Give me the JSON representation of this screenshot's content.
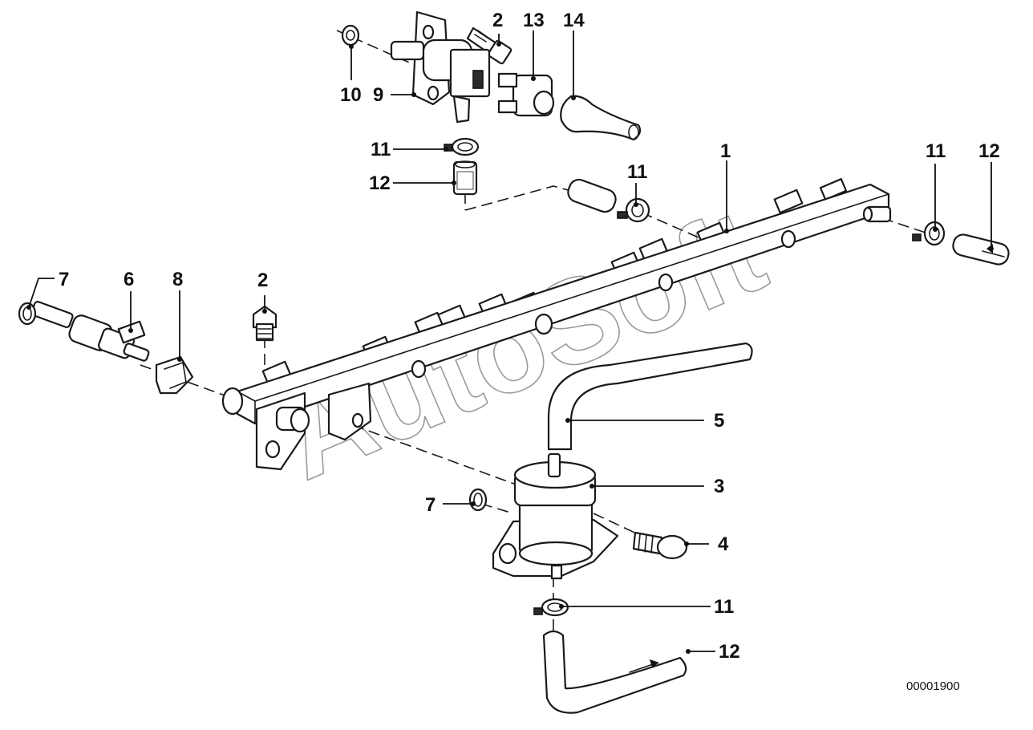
{
  "diagram": {
    "watermark": "AutoSoft",
    "drawing_number": "00001900",
    "callouts": [
      {
        "id": "c1",
        "label": "1"
      },
      {
        "id": "c2a",
        "label": "2"
      },
      {
        "id": "c2b",
        "label": "2"
      },
      {
        "id": "c3",
        "label": "3"
      },
      {
        "id": "c4",
        "label": "4"
      },
      {
        "id": "c5",
        "label": "5"
      },
      {
        "id": "c6",
        "label": "6"
      },
      {
        "id": "c7a",
        "label": "7"
      },
      {
        "id": "c7b",
        "label": "7"
      },
      {
        "id": "c8",
        "label": "8"
      },
      {
        "id": "c9",
        "label": "9"
      },
      {
        "id": "c10",
        "label": "10"
      },
      {
        "id": "c11a",
        "label": "11"
      },
      {
        "id": "c11b",
        "label": "11"
      },
      {
        "id": "c11c",
        "label": "11"
      },
      {
        "id": "c11d",
        "label": "11"
      },
      {
        "id": "c12a",
        "label": "12"
      },
      {
        "id": "c12b",
        "label": "12"
      },
      {
        "id": "c12c",
        "label": "12"
      },
      {
        "id": "c13",
        "label": "13"
      },
      {
        "id": "c14",
        "label": "14"
      }
    ]
  }
}
